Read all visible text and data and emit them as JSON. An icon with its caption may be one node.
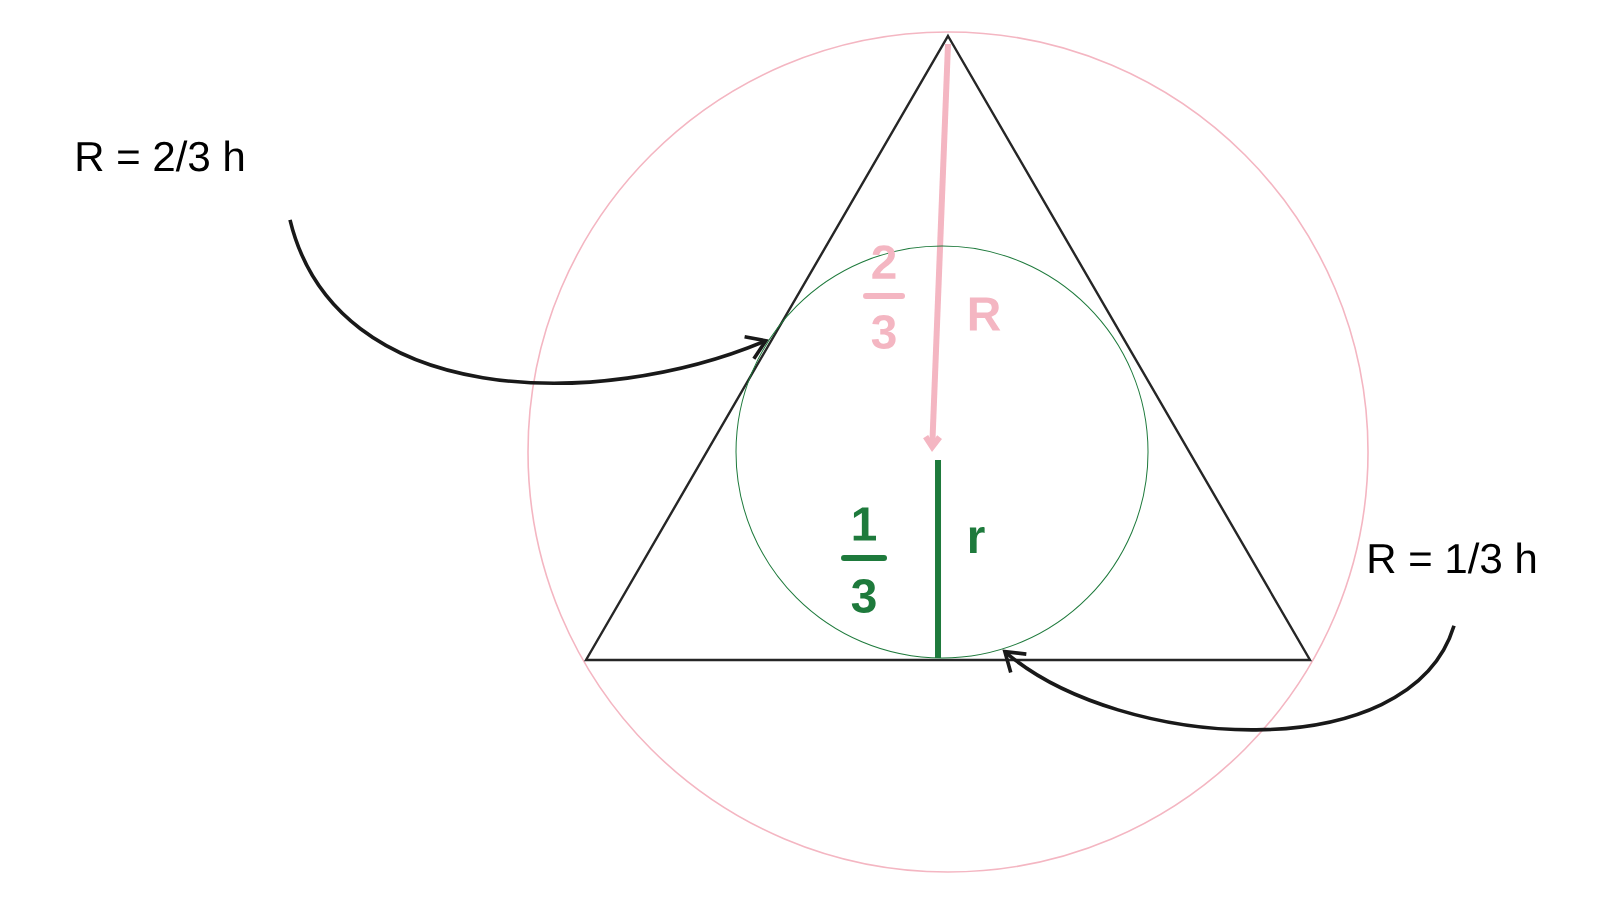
{
  "diagram": {
    "nodes": [
      {
        "text": [
          "R = 2/3 h"
        ]
      },
      {
        "text": [
          "R = 1/3 h"
        ]
      },
      {
        "text": [],
        "shape": "circle"
      }
    ],
    "edges": [
      {
        "from": 0,
        "to": 2,
        "arrow": "to"
      },
      {
        "from": 1,
        "to": 2,
        "arrow": "to"
      }
    ],
    "labels": [
      "2",
      "3",
      "R",
      "1",
      "3",
      "r"
    ]
  }
}
